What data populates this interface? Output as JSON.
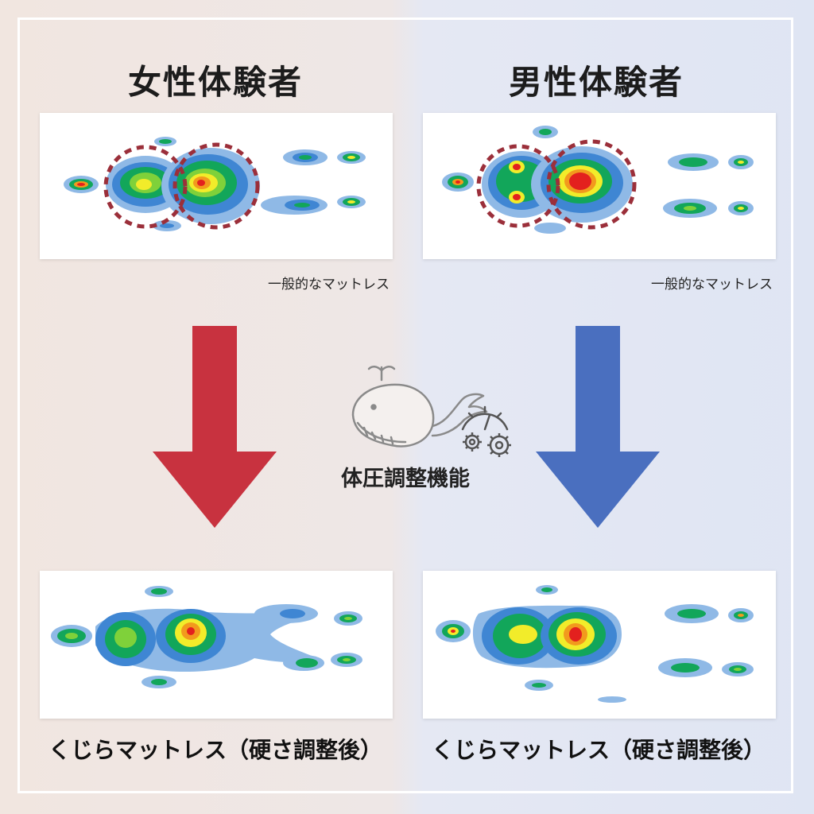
{
  "titles": {
    "female": "女性体験者",
    "male": "男性体験者"
  },
  "captions": {
    "general_female": "一般的なマットレス",
    "general_male": "一般的なマットレス",
    "kujira_female": "くじらマットレス（硬さ調整後）",
    "kujira_male": "くじらマットレス（硬さ調整後）"
  },
  "center": {
    "label": "体圧調整機能",
    "icons": [
      "whale-icon",
      "gauge-icon",
      "gears-icon"
    ]
  },
  "colors": {
    "female_arrow": "#c8323f",
    "male_arrow": "#4a6fbf",
    "highlight_circle": "#9b2f3a",
    "heat_scale": [
      "#8fb9e6",
      "#3f86d3",
      "#12a65a",
      "#7fd13a",
      "#f2ec2a",
      "#f29a1d",
      "#e3201e"
    ]
  }
}
